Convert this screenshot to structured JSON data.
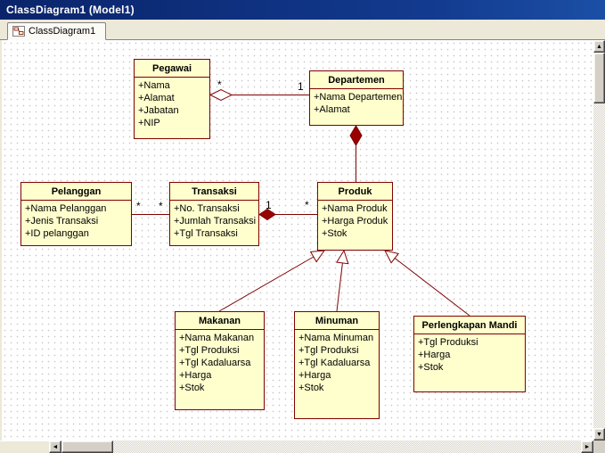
{
  "window": {
    "title": "ClassDiagram1 (Model1)"
  },
  "tab": {
    "label": "ClassDiagram1"
  },
  "diagram": {
    "type": "uml-class-diagram",
    "classes": {
      "pegawai": {
        "name": "Pegawai",
        "attributes": [
          "+Nama",
          "+Alamat",
          "+Jabatan",
          "+NIP"
        ]
      },
      "departemen": {
        "name": "Departemen",
        "attributes": [
          "+Nama Departemen",
          "+Alamat"
        ]
      },
      "pelanggan": {
        "name": "Pelanggan",
        "attributes": [
          "+Nama Pelanggan",
          "+Jenis Transaksi",
          "+ID pelanggan"
        ]
      },
      "transaksi": {
        "name": "Transaksi",
        "attributes": [
          "+No. Transaksi",
          "+Jumlah Transaksi",
          "+Tgl Transaksi"
        ]
      },
      "produk": {
        "name": "Produk",
        "attributes": [
          "+Nama Produk",
          "+Harga Produk",
          "+Stok"
        ]
      },
      "makanan": {
        "name": "Makanan",
        "attributes": [
          "+Nama Makanan",
          "+Tgl Produksi",
          "+Tgl Kadaluarsa",
          "+Harga",
          "+Stok"
        ]
      },
      "minuman": {
        "name": "Minuman",
        "attributes": [
          "+Nama Minuman",
          "+Tgl Produksi",
          "+Tgl Kadaluarsa",
          "+Harga",
          "+Stok"
        ]
      },
      "perlengkapan_mandi": {
        "name": "Perlengkapan Mandi",
        "attributes": [
          "+Tgl Produksi",
          "+Harga",
          "+Stok"
        ]
      }
    },
    "relationships": [
      {
        "type": "aggregation",
        "a": "Pegawai",
        "b": "Departemen",
        "a_mult": "*",
        "b_mult": "1"
      },
      {
        "type": "association",
        "a": "Pelanggan",
        "b": "Transaksi",
        "a_mult": "*",
        "b_mult": "*"
      },
      {
        "type": "composition",
        "a": "Transaksi",
        "b": "Produk",
        "a_mult": "1",
        "b_mult": "*"
      },
      {
        "type": "composition",
        "a": "Departemen",
        "b": "Produk"
      },
      {
        "type": "generalization",
        "a": "Makanan",
        "b": "Produk"
      },
      {
        "type": "generalization",
        "a": "Minuman",
        "b": "Produk"
      },
      {
        "type": "generalization",
        "a": "Perlengkapan Mandi",
        "b": "Produk"
      }
    ]
  },
  "icons": {
    "scroll_up": "▲",
    "scroll_down": "▼",
    "scroll_left": "◄",
    "scroll_right": "►"
  },
  "colors": {
    "titlebar": "#0a246a",
    "titlebar_text": "#ffffff",
    "class_fill": "#ffffce",
    "class_border": "#800000",
    "line": "#800000",
    "composition_fill": "#990000",
    "chrome": "#ece9d8",
    "scrollbar_face": "#d4d0c8"
  }
}
